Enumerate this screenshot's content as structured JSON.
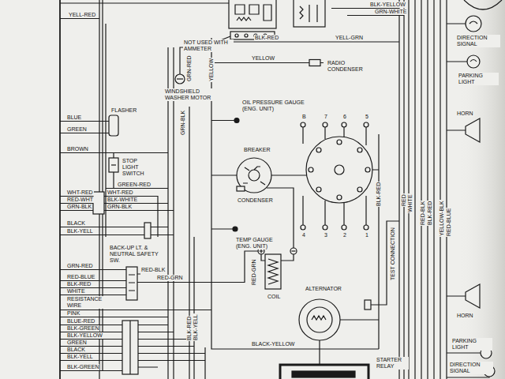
{
  "diagram": {
    "labels": [
      "YELL-RED",
      "BLK-YELLOW",
      "GRN-WHITE",
      "BLK-RED",
      "NOT USED WITH AMMETER",
      "YELLOW",
      "YELL-GRN",
      "RADIO CONDENSER",
      "WINDSHIELD WASHER MOTOR",
      "GRN-RED",
      "YELLOW",
      "FLASHER",
      "BLUE",
      "GREEN",
      "BROWN",
      "GRN-BLK",
      "OIL PRESSURE GAUGE (ENG. UNIT)",
      "B",
      "7",
      "6",
      "5",
      "BREAKER",
      "CONDENSER",
      "STOP LIGHT SWITCH",
      "GREEN-RED",
      "WHT-RED",
      "RED-WHT",
      "GRN-BLK",
      "WHT-RED",
      "BLK-WHITE",
      "GRN-BLK",
      "BLACK",
      "BLK-YELL",
      "TEMP GAUGE (ENG. UNIT)",
      "4",
      "3",
      "2",
      "1",
      "BACK-UP LT. & NEUTRAL SAFETY SW.",
      "GRN-RED",
      "RED-BLUE",
      "BLK-RED",
      "WHITE",
      "RED-BLK",
      "RESISTANCE WIRE",
      "PINK",
      "BLUE-RED",
      "BLK-GREEN",
      "BLK-YELLOW",
      "GREEN",
      "BLACK",
      "BLK-YELL",
      "BLK-GREEN",
      "RED-GRN",
      "RED-GRN",
      "COIL",
      "ALTERNATOR",
      "BLACK-YELLOW",
      "STARTER RELAY",
      "TEST CONNECTION",
      "BLK-RED",
      "BLK-RED",
      "BLK-YELL",
      "RED",
      "WHITE",
      "RED-BLK",
      "BLK-RED",
      "YELLOW-BLK",
      "RED-BLUE",
      "DIRECTION SIGNAL",
      "PARKING LIGHT",
      "HORN",
      "HORN",
      "PARKING LIGHT",
      "DIRECTION SIGNAL"
    ]
  }
}
